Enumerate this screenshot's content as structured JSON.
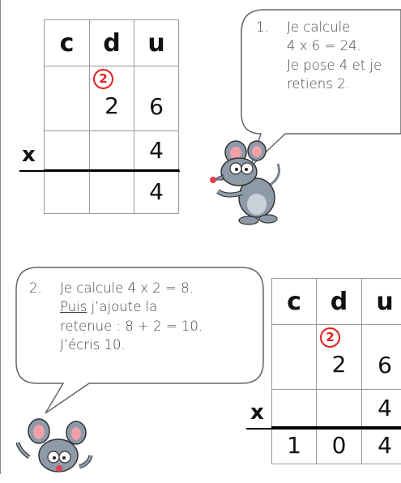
{
  "table1": {
    "headers": [
      "c",
      "d",
      "u"
    ],
    "carry": "2",
    "row1": [
      "",
      "2",
      "6"
    ],
    "row2": [
      "",
      "",
      "4"
    ],
    "result": [
      "",
      "",
      "4"
    ],
    "sign": "x"
  },
  "table2": {
    "headers": [
      "c",
      "d",
      "u"
    ],
    "carry": "2",
    "row1": [
      "",
      "2",
      "6"
    ],
    "row2": [
      "",
      "",
      "4"
    ],
    "result": [
      "1",
      "0",
      "4"
    ],
    "sign": "x"
  },
  "bubble1": {
    "number": "1.",
    "line1": "Je calcule",
    "line2": "4 x 6 = 24.",
    "line3": "Je pose 4 et je",
    "line4": "retiens 2."
  },
  "bubble2": {
    "number": "2.",
    "line1": "Je calcule 4 x 2 = 8.",
    "line2_underlined": "Puis",
    "line2_rest": " j’ajoute la",
    "line3": "retenue : 8 + 2 = 10.",
    "line4": "J’écris 10."
  },
  "colors": {
    "carry": "#e02020",
    "grid": "#9a9a9a",
    "mouse_body": "#8f9aa8",
    "mouse_ear": "#f0a0a8"
  },
  "icons": [
    "mouse-mascot-icon",
    "mouse-mascot-icon"
  ]
}
